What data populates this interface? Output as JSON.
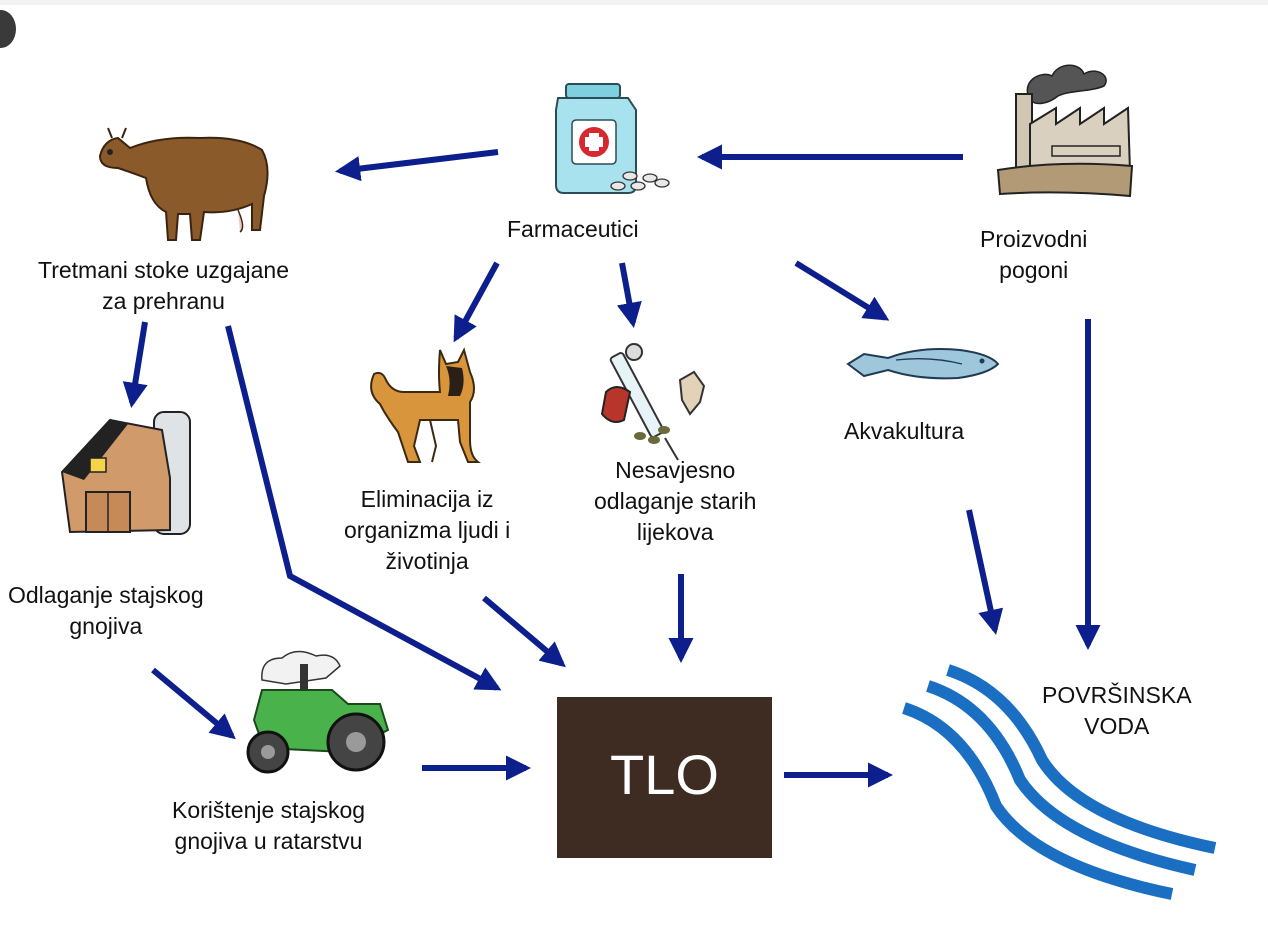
{
  "nodes": {
    "farmaceutici": "Farmaceutici",
    "proizvodni_pogoni": "Proizvodni pogoni",
    "tretmani_stoke": "Tretmani stoke uzgajane za prehranu",
    "eliminacija": "Eliminacija iz organizma ljudi i životinja",
    "nesavjesno": "Nesavjesno odlaganje starih lijekova",
    "akvakultura": "Akvakultura",
    "odlaganje_gnojiva": "Odlaganje stajskog gnojiva",
    "koristenje_gnojiva": "Korištenje stajskog gnojiva u ratarstvu",
    "tlo": "TLO",
    "povrsinska_voda": "POVRŠINSKA VODA"
  },
  "line_breaks": {
    "tretmani_stoke": [
      "Tretmani stoke uzgajane",
      "za prehranu"
    ],
    "proizvodni_pogoni": [
      "Proizvodni",
      "pogoni"
    ],
    "eliminacija": [
      "Eliminacija iz",
      "organizma ljudi i",
      "životinja"
    ],
    "nesavjesno": [
      "Nesavjesno",
      "odlaganje starih",
      "lijekova"
    ],
    "odlaganje_gnojiva": [
      "Odlaganje stajskog",
      "gnojiva"
    ],
    "koristenje_gnojiva": [
      "Korištenje stajskog",
      "gnojiva u ratarstvu"
    ],
    "povrsinska_voda": [
      "POVRŠINSKA",
      "VODA"
    ]
  },
  "colors": {
    "arrow": "#0d1f8c",
    "tlo_box": "#3e2b22",
    "tlo_text": "#ffffff",
    "water": "#1b6fc2"
  },
  "icons": [
    "medicine-bottle-icon",
    "factory-icon",
    "cow-icon",
    "dog-icon",
    "syringe-icon",
    "fish-icon",
    "barn-icon",
    "tractor-icon"
  ]
}
